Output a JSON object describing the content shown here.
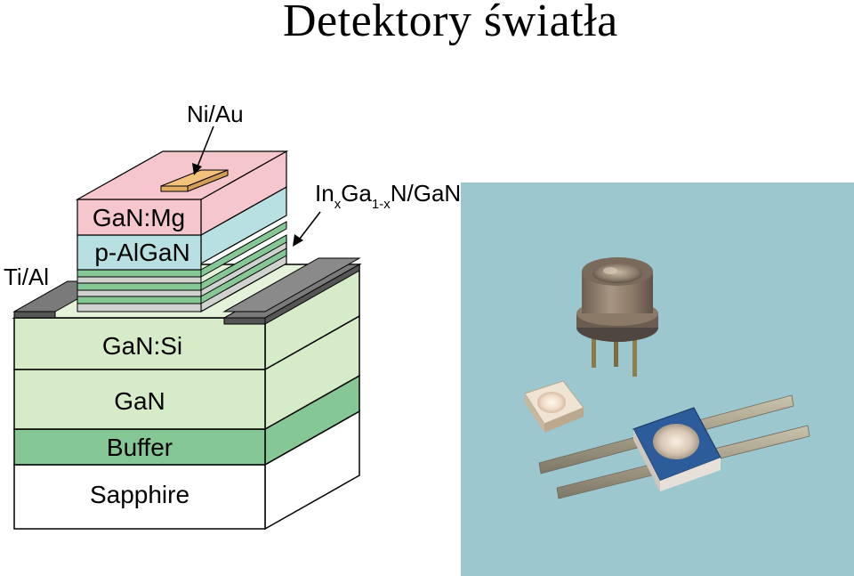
{
  "title": "Detektory światła",
  "diagram": {
    "labels": {
      "top_contact": "Ni/Au",
      "side_contact": "Ti/Al",
      "quantum_well": {
        "base1": "In",
        "sub1": "x",
        "base2": "Ga",
        "sub2": "1-x",
        "base3": "N/GaN"
      }
    },
    "layers": {
      "p_contact_layer": "GaN:Mg",
      "p_cladding": "p-AlGaN",
      "n_layer": "GaN:Si",
      "gan_layer": "GaN",
      "buffer": "Buffer",
      "substrate": "Sapphire"
    },
    "colors": {
      "pink": "#f5c6cb",
      "cyan": "#b8e0e2",
      "light_green": "#d6ecc8",
      "mid_green": "#86c796",
      "gray": "#cfd2cf",
      "contact_dark": "#707070",
      "pad": "#f2c17e"
    }
  },
  "photo": {
    "background": "#98c4cc"
  }
}
